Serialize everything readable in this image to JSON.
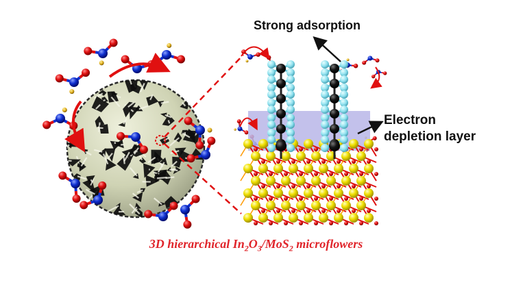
{
  "labels": {
    "strong_adsorption": "Strong adsorption",
    "electron_line1": "Electron",
    "electron_line2": "depletion layer"
  },
  "caption": {
    "part1": "3D hierarchical In",
    "sub1": "2",
    "part2": "O",
    "sub2": "3",
    "part3": "/MoS",
    "sub3": "2",
    "part4": " microflowers"
  },
  "colors": {
    "caption": "#e0242a",
    "oxygen": "#e01010",
    "nitrogen": "#1030d0",
    "hydrogen": "#e0b020",
    "indium": "#f0e000",
    "sulfur": "#8ee0ee",
    "molybdenum": "#111111",
    "depletion": "#b9b6e8",
    "sphere": "#d3d6bd"
  }
}
